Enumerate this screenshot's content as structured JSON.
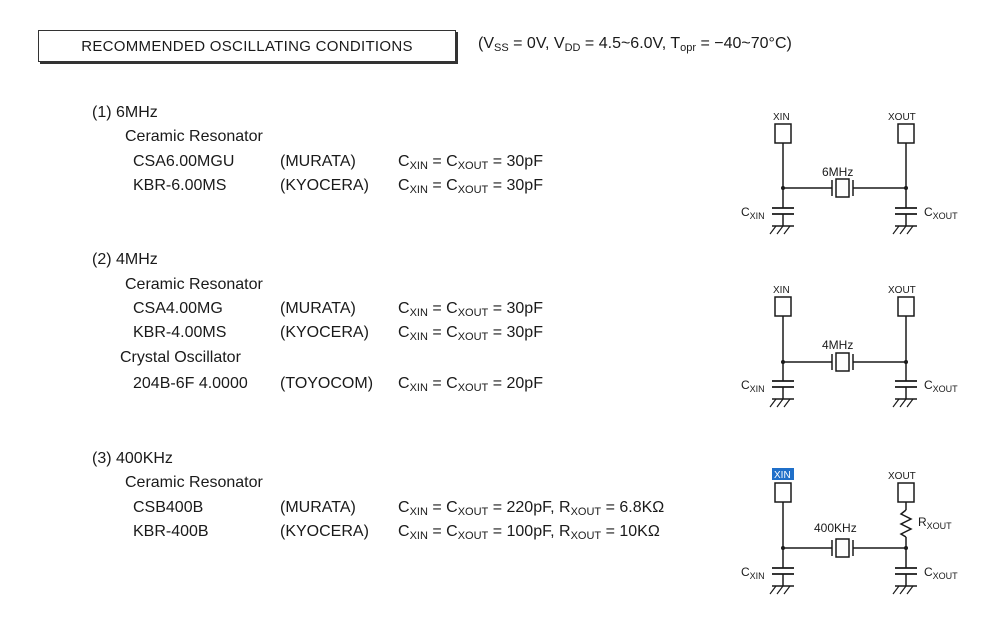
{
  "title": "RECOMMENDED OSCILLATING CONDITIONS",
  "conditions": {
    "open": "(V",
    "vss_sub": "SS",
    "vss_val": " = 0V,  V",
    "vdd_sub": "DD",
    "vdd_val": " = 4.5~6.0V,  T",
    "topr_sub": "opr",
    "topr_val": " = −40~70°C)"
  },
  "sections": [
    {
      "heading": "(1)  6MHz",
      "group1": "Ceramic Resonator",
      "rows": [
        {
          "part": "CSA6.00MGU",
          "maker": "(MURATA)",
          "value": "30pF"
        },
        {
          "part": "KBR-6.00MS",
          "maker": "(KYOCERA)",
          "value": "30pF"
        }
      ],
      "circuit": {
        "xin": "XIN",
        "xout": "XOUT",
        "freq": "6MHz",
        "cxin": "C",
        "cxout": "C",
        "cxin_sub": "XIN",
        "cxout_sub": "XOUT"
      }
    },
    {
      "heading": "(2)  4MHz",
      "group1": "Ceramic Resonator",
      "rows": [
        {
          "part": "CSA4.00MG",
          "maker": "(MURATA)",
          "value": "30pF"
        },
        {
          "part": "KBR-4.00MS",
          "maker": "(KYOCERA)",
          "value": "30pF"
        }
      ],
      "group2": "Crystal Oscillator",
      "rows2": [
        {
          "part": "204B-6F  4.0000",
          "maker": "(TOYOCOM)",
          "value": "20pF"
        }
      ],
      "circuit": {
        "xin": "XIN",
        "xout": "XOUT",
        "freq": "4MHz",
        "cxin": "C",
        "cxout": "C",
        "cxin_sub": "XIN",
        "cxout_sub": "XOUT"
      }
    },
    {
      "heading": "(3)  400KHz",
      "group1": "Ceramic Resonator",
      "rows": [
        {
          "part": "CSB400B",
          "maker": "(MURATA)",
          "value": "220pF,",
          "rvalue": " = 6.8KΩ"
        },
        {
          "part": "KBR-400B",
          "maker": "(KYOCERA)",
          "value": "100pF,",
          "rvalue": " = 10KΩ"
        }
      ],
      "circuit": {
        "xin": "XIN",
        "xout": "XOUT",
        "freq": "400KHz",
        "cxin": "C",
        "cxout": "C",
        "cxin_sub": "XIN",
        "cxout_sub": "XOUT",
        "rxout": "R",
        "rxout_sub": "XOUT"
      }
    }
  ],
  "formula": {
    "c": "C",
    "xin": "XIN",
    "eq": " = C",
    "xout": "XOUT",
    "eq2": " = ",
    "r": "R"
  }
}
